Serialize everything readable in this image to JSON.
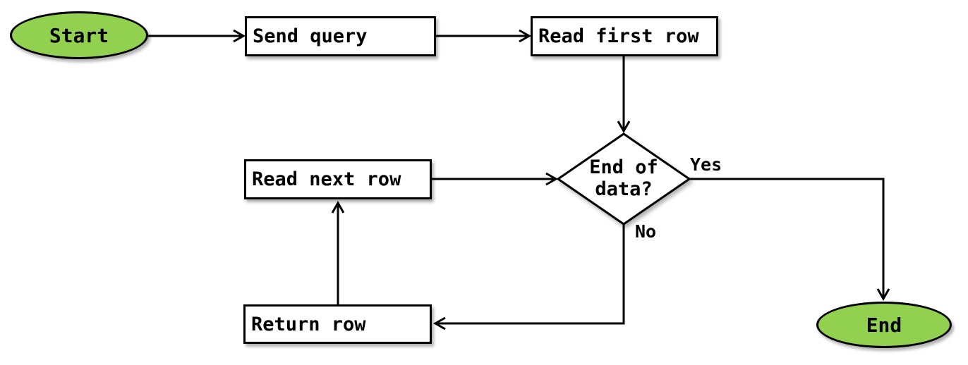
{
  "diagram": {
    "type": "flowchart",
    "background_color": "#ffffff",
    "stroke_color": "#000000",
    "terminator_fill_color": "#92D050",
    "process_fill_color": "#ffffff",
    "text_color": "#000000",
    "nodes": {
      "start": {
        "label": "Start",
        "shape": "ellipse"
      },
      "send_query": {
        "label": "Send query",
        "shape": "rectangle"
      },
      "read_first_row": {
        "label": "Read first row",
        "shape": "rectangle"
      },
      "end_of_data": {
        "label_line1": "End of",
        "label_line2": "data?",
        "label": "End of data?",
        "shape": "diamond"
      },
      "read_next_row": {
        "label": "Read next row",
        "shape": "rectangle"
      },
      "return_row": {
        "label": "Return row",
        "shape": "rectangle"
      },
      "end": {
        "label": "End",
        "shape": "ellipse"
      }
    },
    "edge_labels": {
      "yes": "Yes",
      "no": "No"
    },
    "edges": [
      {
        "from": "Start",
        "to": "Send query",
        "label": ""
      },
      {
        "from": "Send query",
        "to": "Read first row",
        "label": ""
      },
      {
        "from": "Read first row",
        "to": "End of data?",
        "label": ""
      },
      {
        "from": "End of data?",
        "to": "End",
        "label": "Yes"
      },
      {
        "from": "End of data?",
        "to": "Return row",
        "label": "No"
      },
      {
        "from": "Return row",
        "to": "Read next row",
        "label": ""
      },
      {
        "from": "Read next row",
        "to": "End of data?",
        "label": ""
      }
    ]
  }
}
